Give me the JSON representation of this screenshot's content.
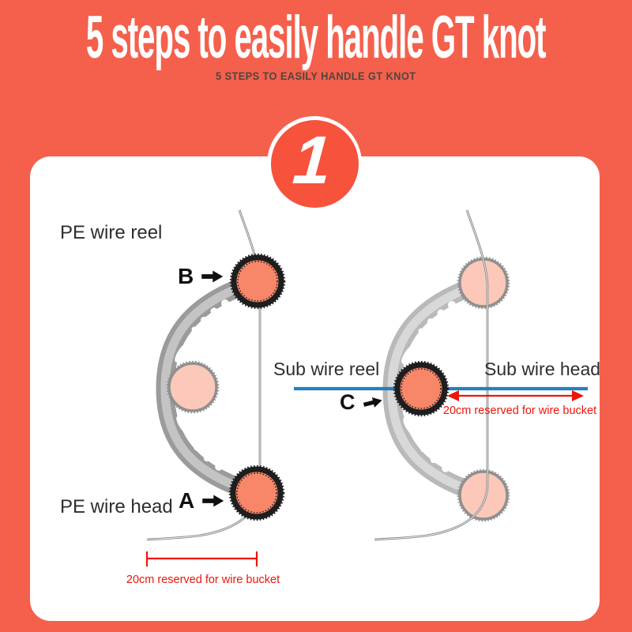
{
  "header": {
    "title": "5 steps to easily handle GT knot",
    "subtitle": "5 STEPS TO EASILY HANDLE GT KNOT"
  },
  "step": {
    "number": "1"
  },
  "left_diagram": {
    "reel_label": "PE wire reel",
    "head_label": "PE wire head",
    "marker_b": "B",
    "marker_a": "A",
    "measure_note": "20cm reserved for wire bucket"
  },
  "right_diagram": {
    "reel_label": "Sub wire reel",
    "head_label": "Sub wire head",
    "marker_c": "C",
    "measure_note": "20cm reserved for wire bucket"
  },
  "colors": {
    "background": "#F5604C",
    "badge": "#F6523C",
    "card": "#FFFFFF",
    "title_ink": "#FFFFFF",
    "subtitle_ink": "#4F463F",
    "label_ink": "#2E2E2E",
    "reel_bright": "#F8876A",
    "reel_faded": "#FBC8B9",
    "reel_border_dark": "#1E1E1E",
    "reel_border_gray": "#8F8F8F",
    "tool_gray": "#9B9B9B",
    "wire_gray": "#8A8A8A",
    "blue_line": "#2580BC",
    "red_accent": "#EE1409"
  }
}
